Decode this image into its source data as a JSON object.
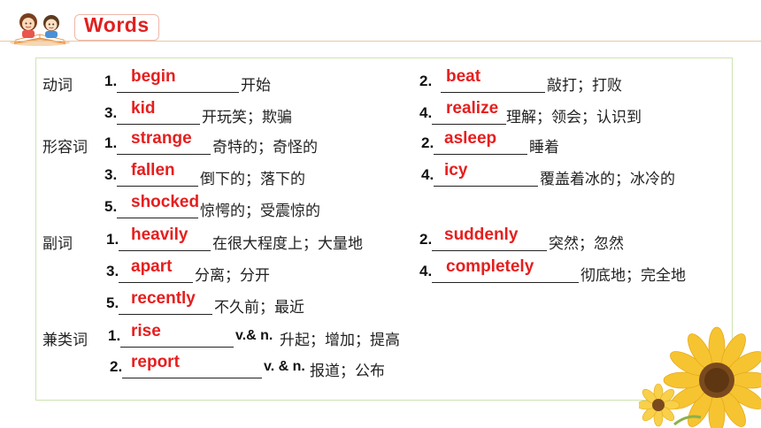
{
  "header": {
    "title": "Words"
  },
  "categories": {
    "verb": "动词",
    "adjective": "形容词",
    "adverb": "副词",
    "multi": "兼类词"
  },
  "verbs": [
    {
      "num": "1.",
      "answer": "begin",
      "meaning": "开始"
    },
    {
      "num": "2.",
      "answer": "beat",
      "meaning": "敲打；打败"
    },
    {
      "num": "3.",
      "answer": "kid",
      "meaning": "开玩笑；欺骗"
    },
    {
      "num": "4.",
      "answer": "realize",
      "meaning": "理解；领会；认识到"
    }
  ],
  "adjectives": [
    {
      "num": "1.",
      "answer": "strange",
      "meaning": "奇特的；奇怪的"
    },
    {
      "num": "2.",
      "answer": "asleep",
      "meaning": "睡着"
    },
    {
      "num": "3.",
      "answer": "fallen",
      "meaning": "倒下的；落下的"
    },
    {
      "num": "4.",
      "answer": "icy",
      "meaning": "覆盖着冰的；冰冷的"
    },
    {
      "num": "5.",
      "answer": "shocked",
      "meaning": "惊愕的；受震惊的"
    }
  ],
  "adverbs": [
    {
      "num": "1.",
      "answer": "heavily",
      "meaning": "在很大程度上；大量地"
    },
    {
      "num": "2.",
      "answer": "suddenly",
      "meaning": "突然；忽然"
    },
    {
      "num": "3.",
      "answer": "apart",
      "meaning": "分离；分开"
    },
    {
      "num": "4.",
      "answer": "completely",
      "meaning": "彻底地；完全地"
    },
    {
      "num": "5.",
      "answer": "recently",
      "meaning": "不久前；最近"
    }
  ],
  "multi": [
    {
      "num": "1.",
      "answer": "rise",
      "pos": "v.& n.",
      "meaning": "升起；增加；提高"
    },
    {
      "num": "2.",
      "answer": "report",
      "pos": "v. & n.",
      "meaning": "报道；公布"
    }
  ]
}
